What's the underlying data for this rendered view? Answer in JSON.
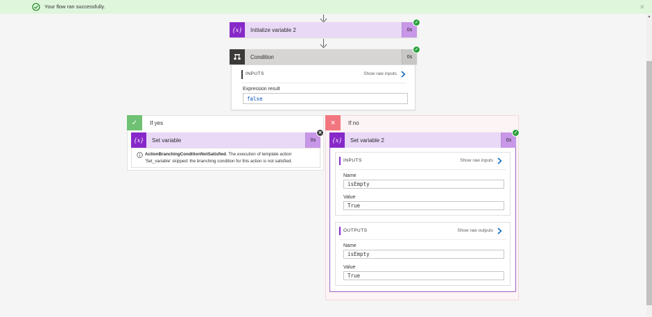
{
  "banner": {
    "message": "Your flow ran successfully.",
    "close_glyph": "✕"
  },
  "glyphs": {
    "variable": "{x}",
    "check": "✓",
    "cross": "✕",
    "scroll_up": "▲"
  },
  "colors": {
    "banner_bg": "#dff6dd",
    "success_green": "#2aa13c",
    "variable_purple": "#8728c9",
    "variable_light_purple": "#e9d9f7",
    "condition_dark": "#3b3a39",
    "if_yes_green": "#6fc173",
    "if_no_red": "#f2767f",
    "expanded_border_purple": "#9b64c8",
    "link_blue": "#0f6cbd",
    "code_blue": "#0a53be"
  },
  "flow": {
    "initialize_variable": {
      "title": "Initialize variable 2",
      "duration": "0s"
    },
    "condition": {
      "title": "Condition",
      "duration": "0s",
      "inputs_header": "INPUTS",
      "show_raw_inputs": "Show raw inputs",
      "expression_result_label": "Expression result",
      "expression_result_value": "false"
    },
    "if_yes": {
      "label": "If yes",
      "set_variable": {
        "title": "Set variable",
        "duration": "0s"
      },
      "message_name": "ActionBranchingConditionNotSatisfied",
      "message_rest": ". The execution of template action 'Set_variable' skipped: the branching condition for this action is not satisfied."
    },
    "if_no": {
      "label": "If no",
      "set_variable_2": {
        "title": "Set variable 2",
        "duration": "0s"
      },
      "inputs": {
        "header": "INPUTS",
        "link": "Show raw inputs",
        "name_label": "Name",
        "name_value": "isEmpty",
        "value_label": "Value",
        "value_value": "True"
      },
      "outputs": {
        "header": "OUTPUTS",
        "link": "Show raw outputs",
        "name_label": "Name",
        "name_value": "isEmpty",
        "value_label": "Value",
        "value_value": "True"
      }
    }
  }
}
